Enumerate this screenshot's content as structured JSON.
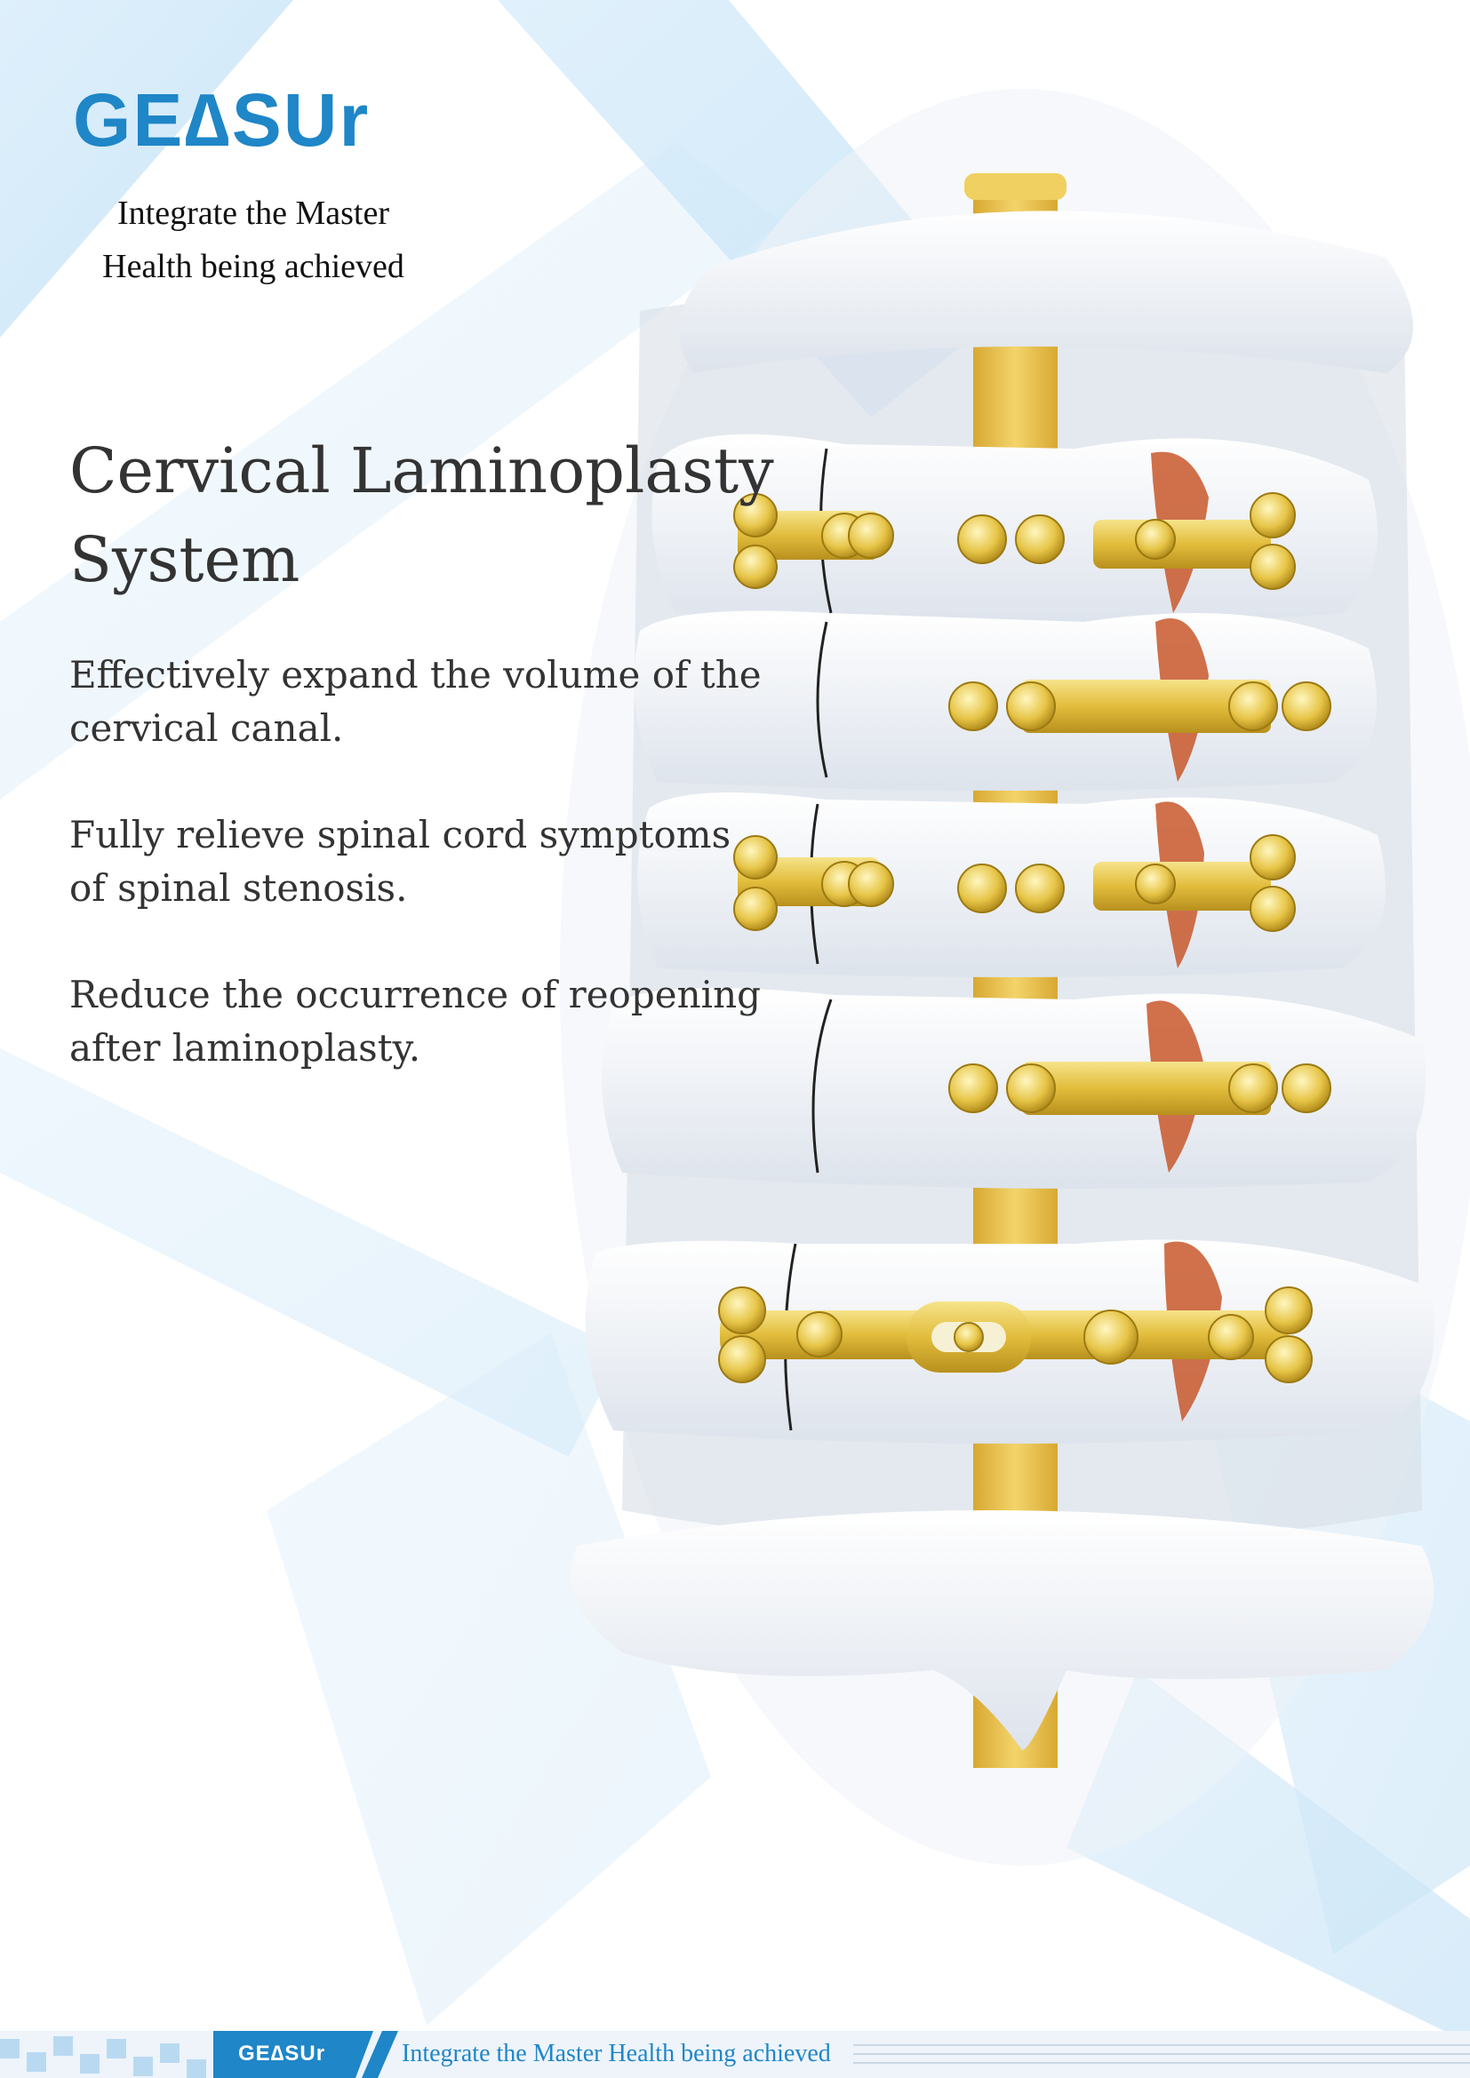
{
  "brand": {
    "logo_text": "GE∆SUr",
    "logo_color": "#1f86c7"
  },
  "tagline": {
    "line1": "Integrate the Master",
    "line2": "Health being achieved"
  },
  "title": {
    "line1": "Cervical Laminoplasty",
    "line2": "System"
  },
  "features": [
    "Effectively expand the volume of the\ncervical canal.",
    "Fully relieve spinal cord symptoms\nof spinal stenosis.",
    "Reduce the occurrence of reopening\nafter laminoplasty."
  ],
  "footer": {
    "brand": "GE∆SUr",
    "tagline": "Integrate the Master  Health being achieved"
  },
  "colors": {
    "accent": "#1f86c7",
    "plate_gold": "#e8c84a",
    "bone": "#f2f4f7",
    "spinal_cord": "#e8c04a",
    "bone_marrow": "#c8582c"
  }
}
